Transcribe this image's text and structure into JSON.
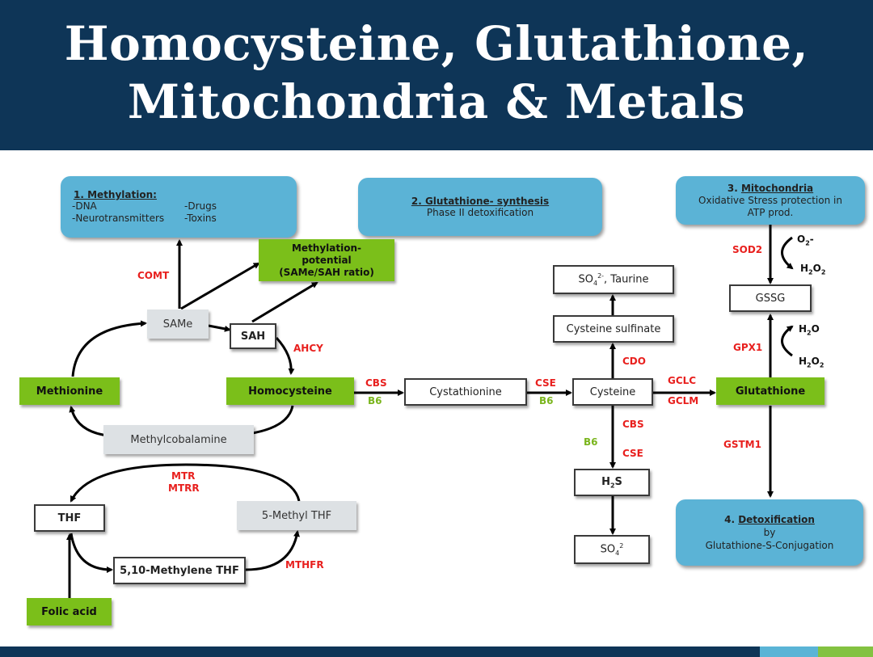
{
  "title": {
    "line1": "Homocysteine, Glutathione,",
    "line2": "Mitochondria & Metals"
  },
  "panels": {
    "methylation": {
      "heading": "1. Methylation:",
      "col1": [
        "-DNA",
        "-Neurotransmitters"
      ],
      "col2": [
        "-Drugs",
        "-Toxins"
      ]
    },
    "glutathione_synthesis": {
      "heading": "2. Glutathione- synthesis",
      "line": "Phase II detoxification"
    },
    "mitochondria": {
      "heading_num": "3.",
      "heading": "Mitochondria",
      "line1": "Oxidative Stress protection in",
      "line2": "ATP prod."
    },
    "detoxification": {
      "heading_num": "4.",
      "heading": "Detoxification",
      "line1": "by",
      "line2": "Glutathione-S-Conjugation"
    }
  },
  "nodes": {
    "methylation_potential": [
      "Methylation-",
      "potential",
      "(SAMe/SAH ratio)"
    ],
    "same": "SAMe",
    "sah": "SAH",
    "methionine": "Methionine",
    "homocysteine": "Homocysteine",
    "methylcobalamine": "Methylcobalamine",
    "cystathionine": "Cystathionine",
    "cysteine": "Cysteine",
    "glutathione": "Glutathione",
    "so4_taurine_pre": "SO",
    "so4_taurine_sub": "4",
    "so4_taurine_sup": "2-",
    "so4_taurine_post": ", Taurine",
    "cysteine_sulfinate": "Cysteine sulfinate",
    "gssg": "GSSG",
    "h2s_pre": "H",
    "h2s_sub": "2",
    "h2s_post": "S",
    "so4_pre": "SO",
    "so4_sub": "4",
    "so4_sup": "2",
    "thf": "THF",
    "methyl_thf": "5-Methyl THF",
    "methylene_thf": "5,10-Methylene THF",
    "folic_acid": "Folic acid"
  },
  "labels": {
    "comt": "COMT",
    "ahcy": "AHCY",
    "cbs_1": "CBS",
    "b6_1": "B6",
    "cse_1": "CSE",
    "b6_2": "B6",
    "gclc": "GCLC",
    "gclm": "GCLM",
    "cdo": "CDO",
    "cbs_2": "CBS",
    "b6_3": "B6",
    "cse_2": "CSE",
    "sod2": "SOD2",
    "gpx1": "GPX1",
    "gstm1": "GSTM1",
    "mtr": "MTR",
    "mtrr": "MTRR",
    "mthfr": "MTHFR",
    "o2_pre": "O",
    "o2_sub": "2",
    "o2_post": "-",
    "h2o2_a_pre": "H",
    "h2o2_a_s1": "2",
    "h2o2_a_mid": "O",
    "h2o2_a_s2": "2",
    "h2o_pre": "H",
    "h2o_sub": "2",
    "h2o_post": "O",
    "h2o2_b_pre": "H",
    "h2o2_b_s1": "2",
    "h2o2_b_mid": "O",
    "h2o2_b_s2": "2"
  },
  "colors": {
    "header": "#0e3557",
    "panel_blue": "#5bb3d6",
    "node_green": "#7bbf1a",
    "node_gray": "#dde1e4",
    "enzyme_red": "#e8201e",
    "cofactor_green": "#7ab51d"
  }
}
